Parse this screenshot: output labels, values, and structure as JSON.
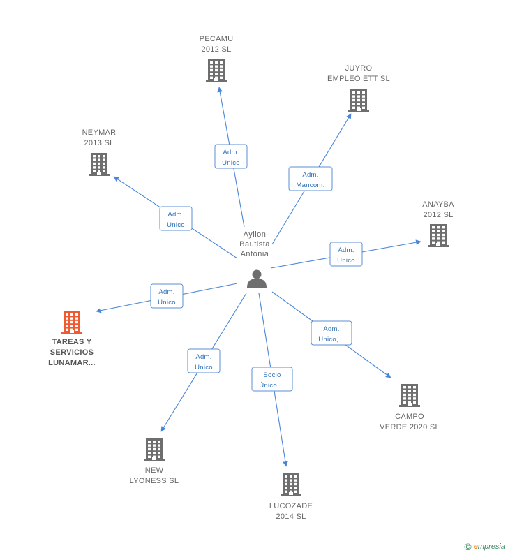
{
  "colors": {
    "edge": "#4a86d8",
    "building_default": "#6e6e6e",
    "building_highlight": "#f05a30",
    "person": "#6e6e6e",
    "brand_green": "#3e8a67",
    "brand_orange": "#f08a24"
  },
  "center": {
    "name_lines": [
      "Ayllon",
      "Bautista",
      "Antonia"
    ],
    "icon": "person-icon"
  },
  "companies": [
    {
      "id": "pecamu",
      "lines": [
        "PECAMU",
        "2012 SL"
      ],
      "highlight": false,
      "relation": [
        "Adm.",
        "Unico"
      ]
    },
    {
      "id": "juyro",
      "lines": [
        "JUYRO",
        "EMPLEO ETT  SL"
      ],
      "highlight": false,
      "relation": [
        "Adm.",
        "Mancom."
      ]
    },
    {
      "id": "neymar",
      "lines": [
        "NEYMAR",
        "2013 SL"
      ],
      "highlight": false,
      "relation": [
        "Adm.",
        "Unico"
      ]
    },
    {
      "id": "anayba",
      "lines": [
        "ANAYBA",
        "2012 SL"
      ],
      "highlight": false,
      "relation": [
        "Adm.",
        "Unico"
      ]
    },
    {
      "id": "tareas",
      "lines": [
        "TAREAS Y",
        "SERVICIOS",
        "LUNAMAR..."
      ],
      "highlight": true,
      "relation": [
        "Adm.",
        "Unico"
      ]
    },
    {
      "id": "campo",
      "lines": [
        "CAMPO",
        "VERDE 2020  SL"
      ],
      "highlight": false,
      "relation": [
        "Adm.",
        "Unico,..."
      ]
    },
    {
      "id": "new",
      "lines": [
        "NEW",
        "LYONESS SL"
      ],
      "highlight": false,
      "relation": [
        "Adm.",
        "Unico"
      ]
    },
    {
      "id": "lucozade",
      "lines": [
        "LUCOZADE",
        "2014 SL"
      ],
      "highlight": false,
      "relation": [
        "Socio",
        "Único,..."
      ]
    }
  ],
  "footer": {
    "copyright_symbol": "©",
    "brand_first": "e",
    "brand_rest": "mpresia"
  }
}
